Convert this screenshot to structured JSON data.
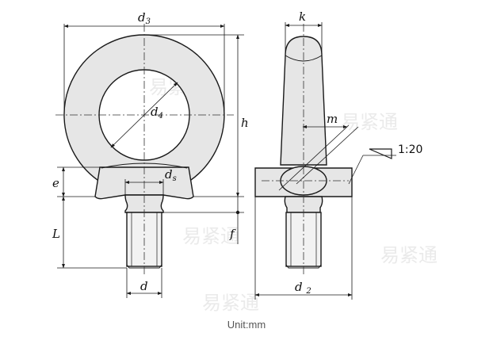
{
  "labels": {
    "d3": {
      "main": "d",
      "sub": "3"
    },
    "d4": {
      "main": "d",
      "sub": "4"
    },
    "ds": {
      "main": "d",
      "sub": "s"
    },
    "h": "h",
    "e": "e",
    "L": "L",
    "f": "f",
    "d": "d",
    "k": "k",
    "m": "m",
    "d2": {
      "main": "d ",
      "sub": "2"
    },
    "taper": "1:20"
  },
  "watermark": "易紧通",
  "caption": "Unit:mm",
  "colors": {
    "line": "#1a1a1a",
    "fill": "#e6e6e6",
    "thread": "#f2f2f2"
  }
}
